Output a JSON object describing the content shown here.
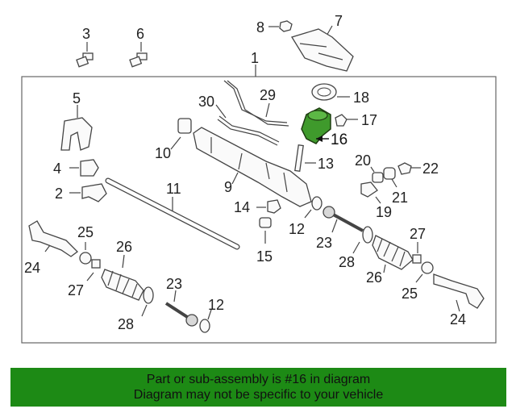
{
  "callouts": {
    "c1": "1",
    "c2": "2",
    "c3": "3",
    "c4": "4",
    "c5": "5",
    "c6": "6",
    "c7": "7",
    "c8": "8",
    "c9": "9",
    "c10": "10",
    "c11": "11",
    "c12a": "12",
    "c12b": "12",
    "c13": "13",
    "c14": "14",
    "c15": "15",
    "c16": "16",
    "c17": "17",
    "c18": "18",
    "c19": "19",
    "c20": "20",
    "c21": "21",
    "c22": "22",
    "c23a": "23",
    "c23b": "23",
    "c24a": "24",
    "c24b": "24",
    "c25a": "25",
    "c25b": "25",
    "c26a": "26",
    "c26b": "26",
    "c27a": "27",
    "c27b": "27",
    "c28a": "28",
    "c28b": "28",
    "c29": "29",
    "c30": "30"
  },
  "highlight_color": "#3f9a2c",
  "banner": {
    "line1": "Part or sub-assembly is #16 in diagram",
    "line2": "Diagram may not be specific to your vehicle",
    "color": "#1d8a15"
  }
}
